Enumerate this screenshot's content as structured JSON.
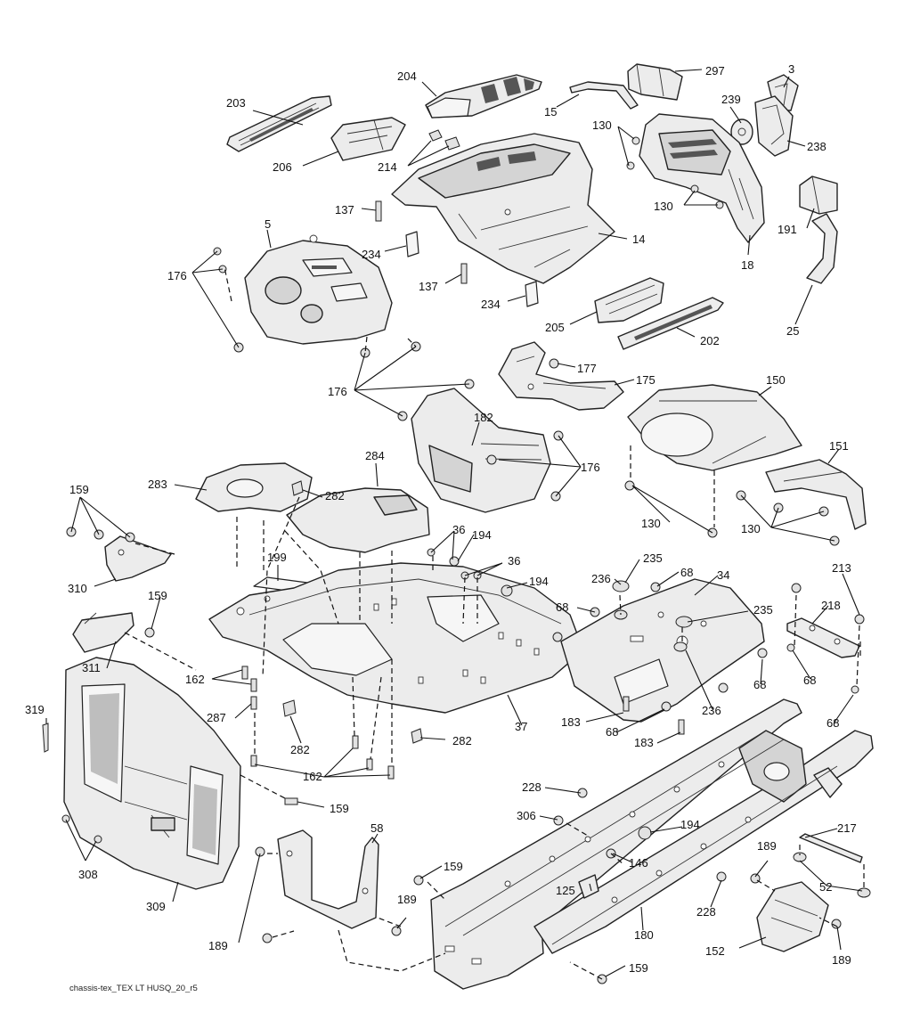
{
  "caption": "chassis-tex_TEX LT HUSQ_20_r5",
  "labels": [
    "297",
    "3",
    "204",
    "203",
    "15",
    "239",
    "130",
    "238",
    "206",
    "214",
    "137",
    "130",
    "191",
    "5",
    "14",
    "234",
    "18",
    "176",
    "137",
    "234",
    "25",
    "205",
    "202",
    "177",
    "175",
    "150",
    "176",
    "182",
    "151",
    "176",
    "283",
    "284",
    "282",
    "159",
    "130",
    "130",
    "36",
    "194",
    "36",
    "235",
    "68",
    "34",
    "213",
    "199",
    "236",
    "310",
    "194",
    "68",
    "235",
    "218",
    "159",
    "311",
    "162",
    "183",
    "68",
    "68",
    "287",
    "236",
    "37",
    "282",
    "183",
    "68",
    "68",
    "319",
    "282",
    "162",
    "159",
    "58",
    "228",
    "306",
    "194",
    "217",
    "146",
    "189",
    "159",
    "308",
    "125",
    "52",
    "189",
    "228",
    "309",
    "180",
    "189",
    "152",
    "189",
    "159"
  ]
}
